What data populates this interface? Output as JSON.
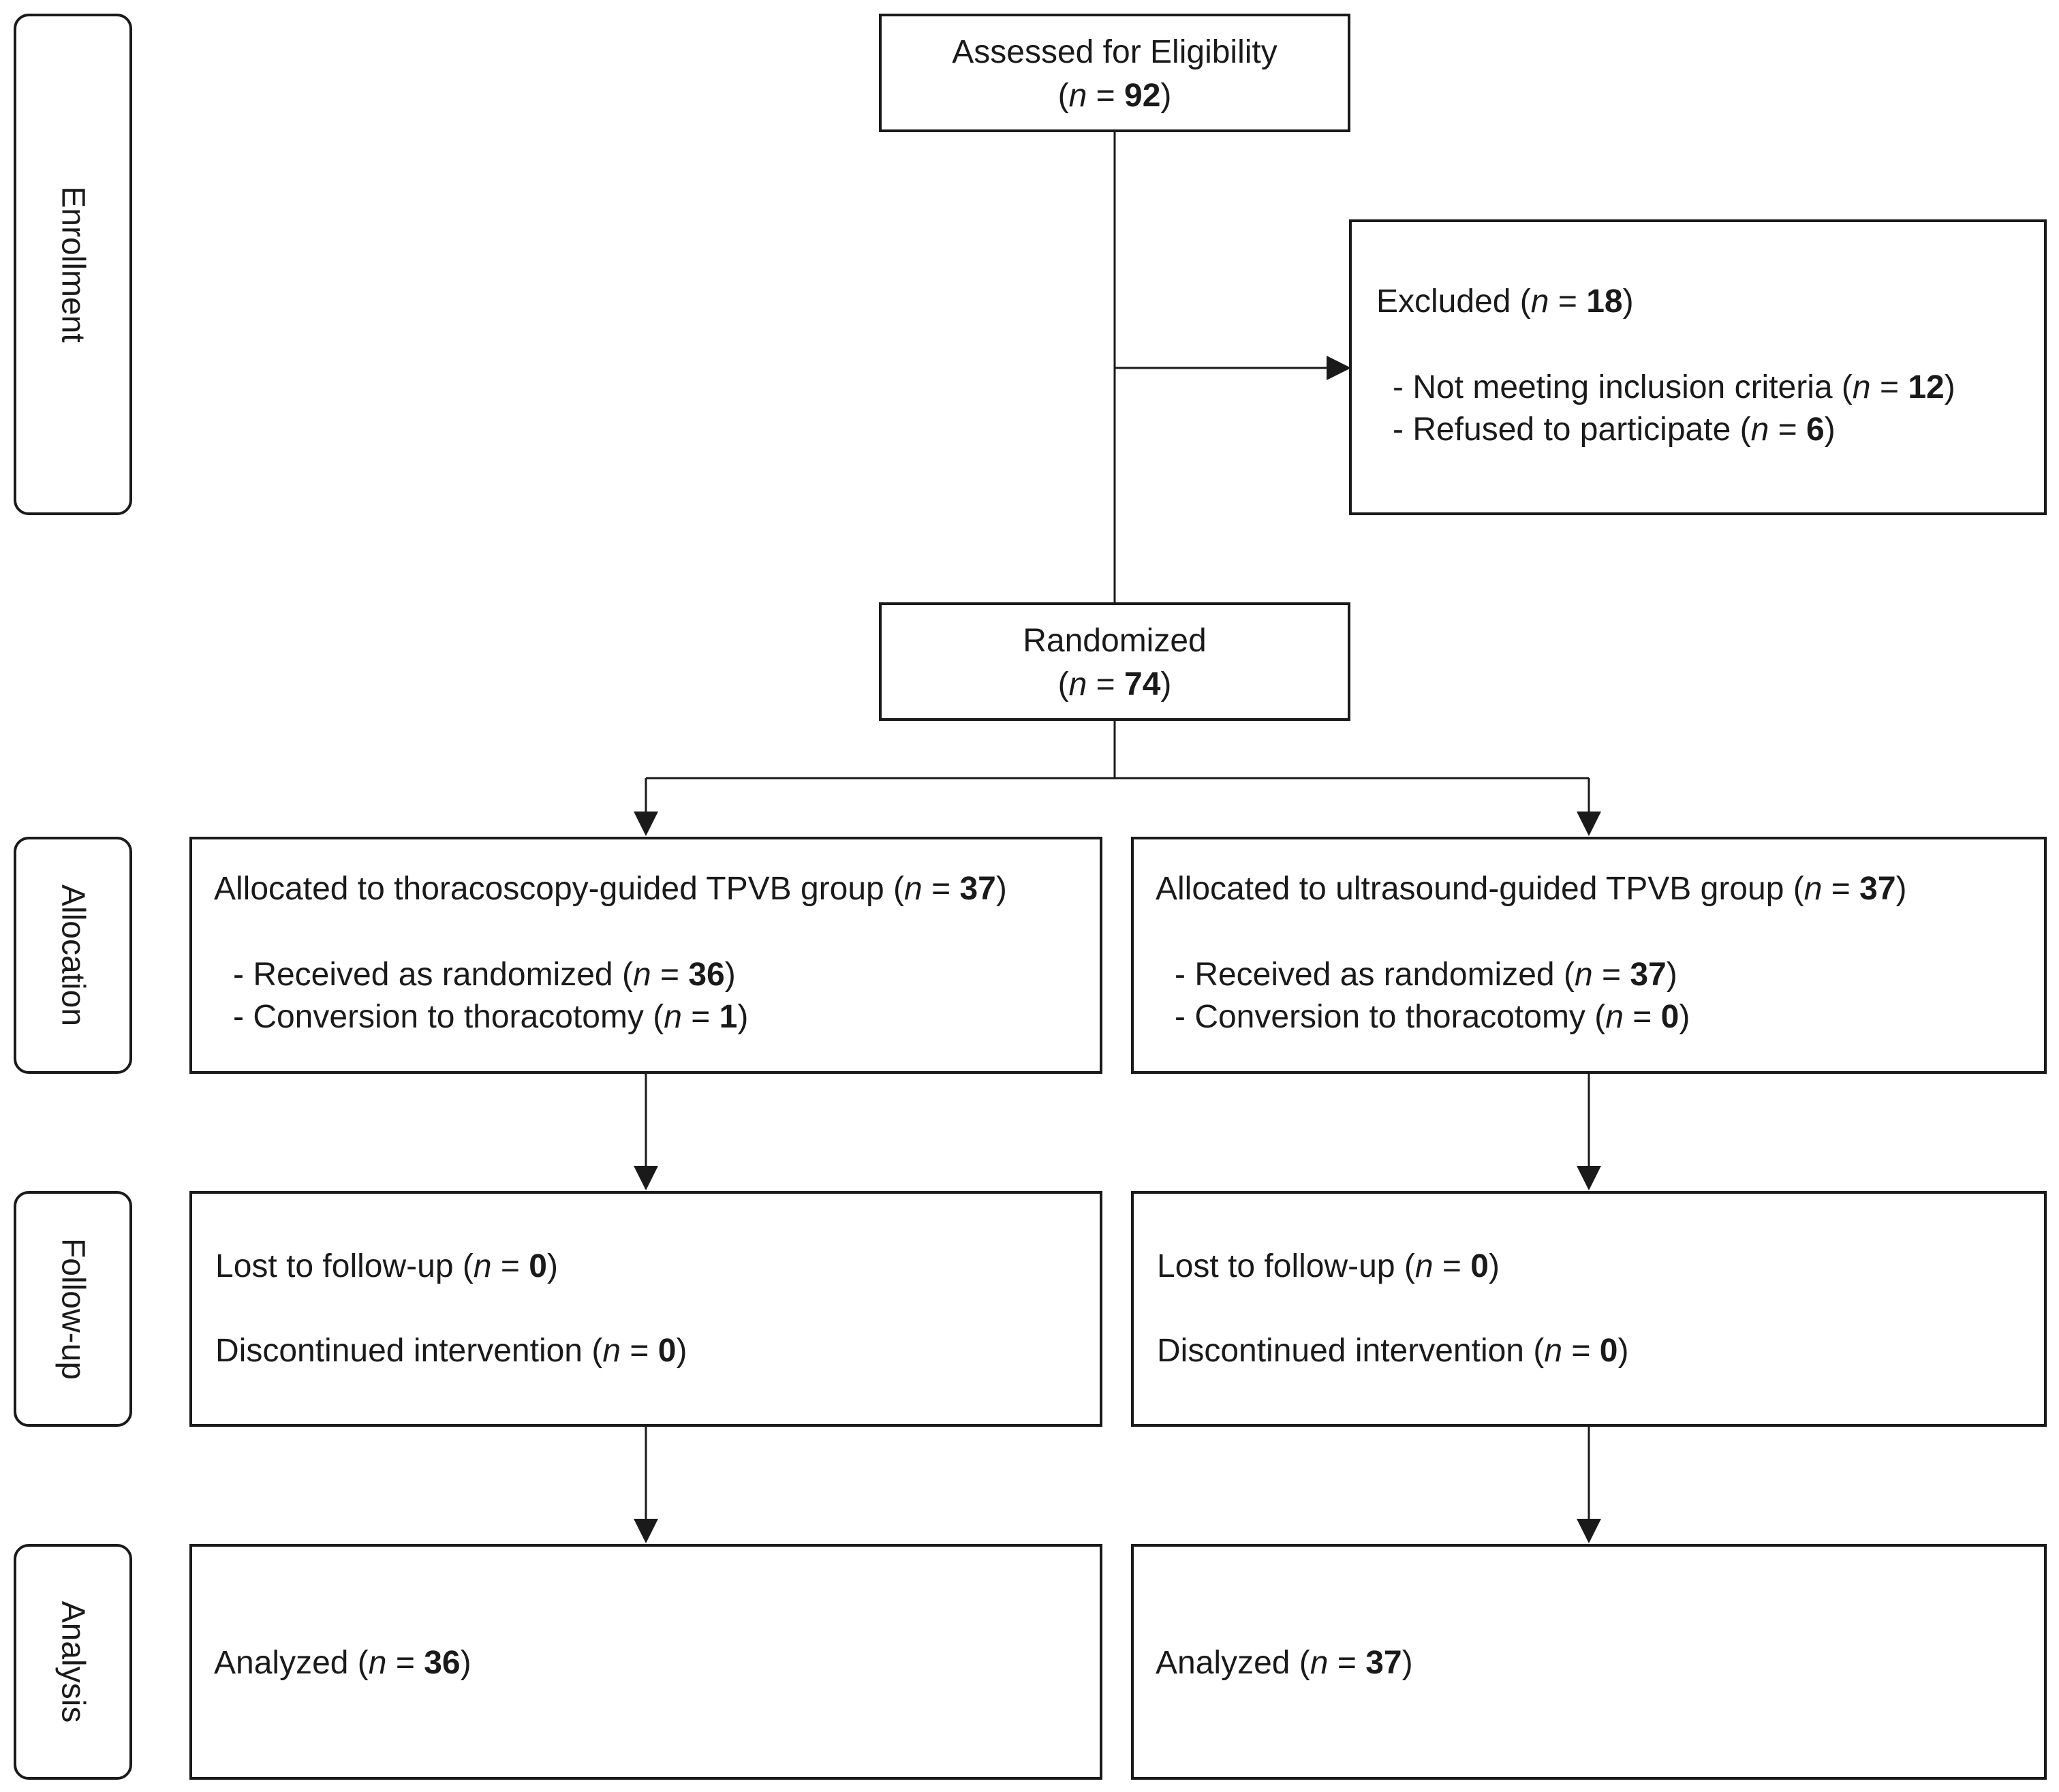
{
  "stages": {
    "enrollment": "Enrollment",
    "allocation": "Allocation",
    "followup": "Follow-up",
    "analysis": "Analysis"
  },
  "n_symbol": "n",
  "n_eq": " = ",
  "assessed": {
    "label": "Assessed for Eligibility",
    "n": "92"
  },
  "excluded": {
    "label": "Excluded",
    "n": "18",
    "items": [
      {
        "label": "- Not meeting inclusion criteria",
        "n": "12"
      },
      {
        "label": "- Refused to participate",
        "n": "6"
      }
    ]
  },
  "randomized": {
    "label": "Randomized",
    "n": "74"
  },
  "arms": [
    {
      "allocation_label": "Allocated to thoracoscopy-guided TPVB group",
      "allocation_n": "37",
      "received_label": "- Received as randomized",
      "received_n": "36",
      "conversion_label": "- Conversion to thoracotomy",
      "conversion_n": "1",
      "lost_label": "Lost to follow-up",
      "lost_n": "0",
      "discontinued_label": "Discontinued intervention",
      "discontinued_n": "0",
      "analyzed_label": "Analyzed",
      "analyzed_n": "36"
    },
    {
      "allocation_label": "Allocated to ultrasound-guided TPVB group",
      "allocation_n": "37",
      "received_label": "- Received as randomized",
      "received_n": "37",
      "conversion_label": "- Conversion to thoracotomy",
      "conversion_n": "0",
      "lost_label": "Lost to follow-up",
      "lost_n": "0",
      "discontinued_label": "Discontinued intervention",
      "discontinued_n": "0",
      "analyzed_label": "Analyzed",
      "analyzed_n": "37"
    }
  ]
}
